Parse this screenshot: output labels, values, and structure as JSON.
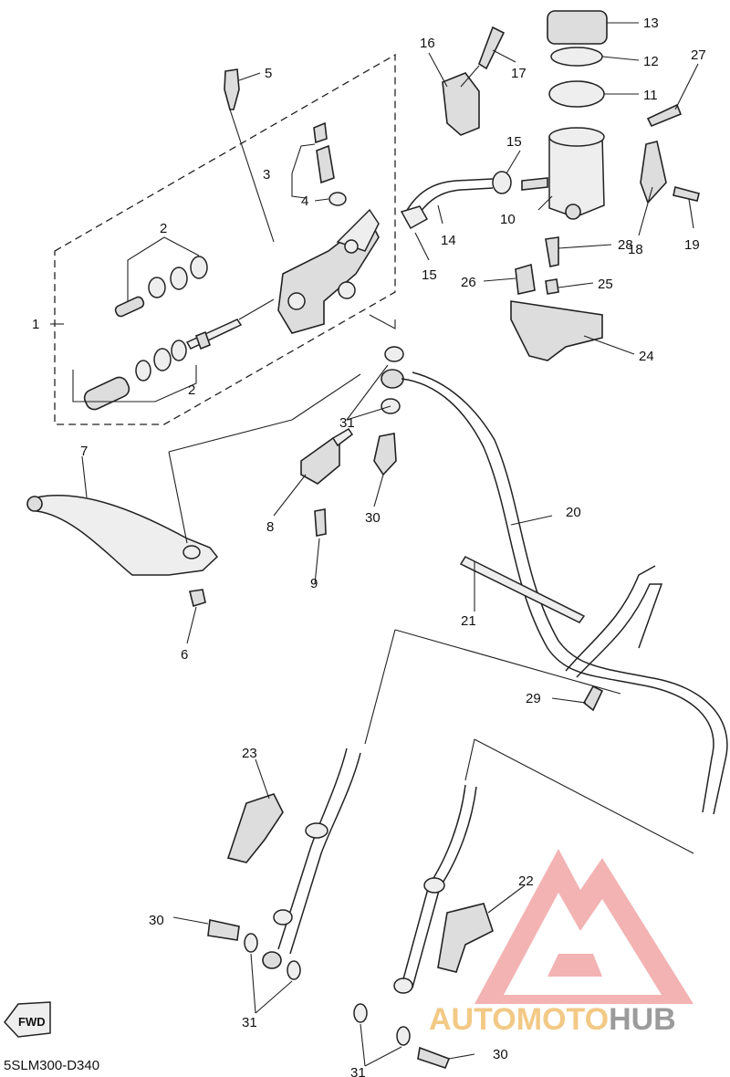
{
  "diagram": {
    "code": "5SLM300-D340",
    "fwd_label": "FWD",
    "callouts": {
      "c1": "1",
      "c2a": "2",
      "c2b": "2",
      "c3": "3",
      "c4": "4",
      "c5": "5",
      "c6": "6",
      "c7": "7",
      "c8": "8",
      "c9": "9",
      "c10": "10",
      "c11": "11",
      "c12": "12",
      "c13": "13",
      "c14": "14",
      "c15a": "15",
      "c15b": "15",
      "c16": "16",
      "c17": "17",
      "c18": "18",
      "c19": "19",
      "c20": "20",
      "c21": "21",
      "c22": "22",
      "c23": "23",
      "c24": "24",
      "c25": "25",
      "c26": "26",
      "c27": "27",
      "c28": "28",
      "c29": "29",
      "c30a": "30",
      "c30b": "30",
      "c30c": "30",
      "c31a": "31",
      "c31b": "31",
      "c31c": "31"
    }
  },
  "watermark": {
    "part1": "AUTOMOTO",
    "part2": "HUB",
    "color_main": "#e53935",
    "color_accent": "#f5b041",
    "color_gray": "#8a8a8a"
  }
}
